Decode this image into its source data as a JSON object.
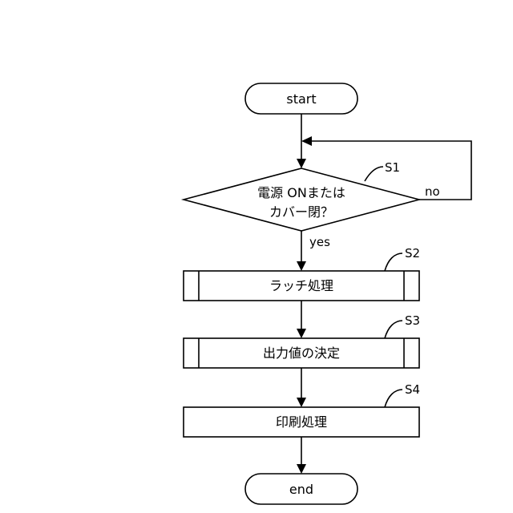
{
  "nodes": {
    "start": {
      "text": "start"
    },
    "s1": {
      "line1": "電源 ONまたは",
      "line2": "カバー閉？",
      "step": "S1"
    },
    "s2": {
      "text": "ラッチ処理",
      "step": "S2"
    },
    "s3": {
      "text": "出力値の決定",
      "step": "S3"
    },
    "s4": {
      "text": "印刷処理",
      "step": "S4"
    },
    "end": {
      "text": "end"
    }
  },
  "branches": {
    "yes": "yes",
    "no": "no"
  }
}
